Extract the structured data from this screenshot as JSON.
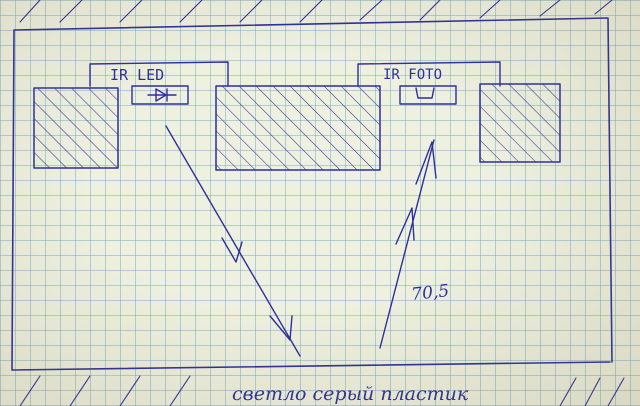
{
  "diagram": {
    "emitter_label": "IR LED",
    "receiver_label": "IR FOTO",
    "reflect_value": "70,5",
    "surface_label": "светло серый пластик"
  },
  "colors": {
    "ink": "#2e2f9a",
    "paper": "#eef0e0",
    "grid": "#6ea0be"
  }
}
